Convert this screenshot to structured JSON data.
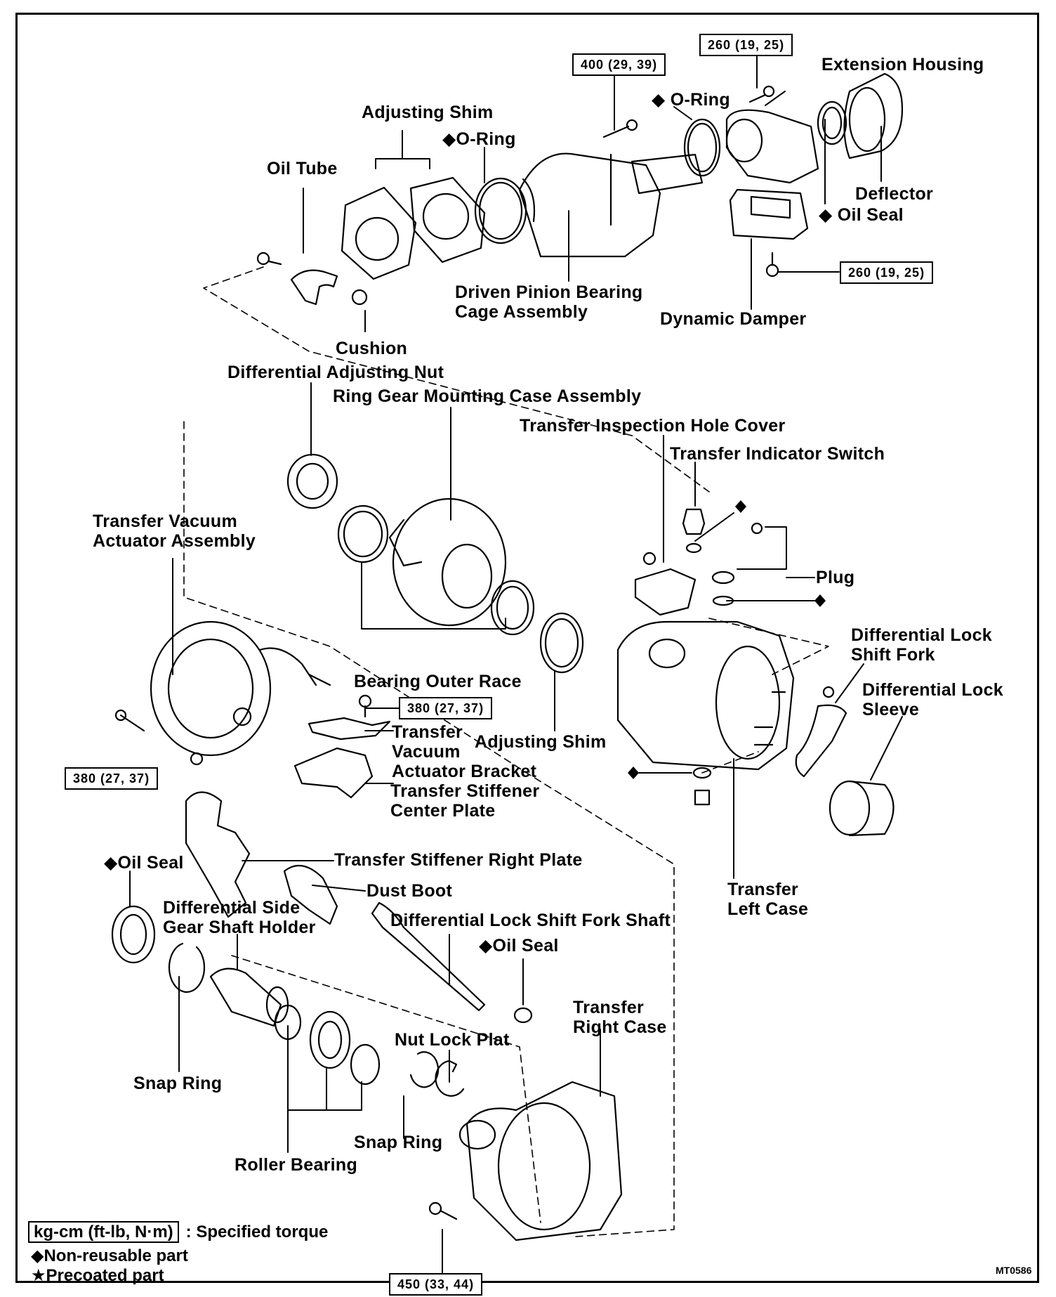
{
  "diagram": {
    "labels": {
      "extension_housing": "Extension Housing",
      "oring_top": "O-Ring",
      "oring_mid": "O-Ring",
      "adjusting_shim_top": "Adjusting Shim",
      "oil_tube": "Oil Tube",
      "deflector": "Deflector",
      "oil_seal_top": "Oil Seal",
      "driven_pinion_1": "Driven Pinion Bearing",
      "driven_pinion_2": "Cage Assembly",
      "dynamic_damper": "Dynamic Damper",
      "cushion": "Cushion",
      "diff_adj_nut": "Differential Adjusting Nut",
      "ring_gear": "Ring Gear Mounting Case Assembly",
      "inspection_cover": "Transfer Inspection Hole Cover",
      "indicator_switch": "Transfer Indicator Switch",
      "vacuum_actuator_1": "Transfer Vacuum",
      "vacuum_actuator_2": "Actuator Assembly",
      "plug": "Plug",
      "diff_lock_fork_1": "Differential Lock",
      "diff_lock_fork_2": "Shift Fork",
      "diff_lock_sleeve_1": "Differential Lock",
      "diff_lock_sleeve_2": "Sleeve",
      "bearing_outer_race": "Bearing Outer Race",
      "bracket_1": "Transfer",
      "bracket_2": "Vacuum",
      "bracket_3": "Actuator Bracket",
      "adjusting_shim_mid": "Adjusting Shim",
      "center_plate_1": "Transfer Stiffener",
      "center_plate_2": "Center Plate",
      "right_plate": "Transfer Stiffener Right Plate",
      "oil_seal_left": "Oil Seal",
      "dust_boot": "Dust Boot",
      "left_case_1": "Transfer",
      "left_case_2": "Left Case",
      "side_gear_1": "Differential Side",
      "side_gear_2": "Gear Shaft Holder",
      "fork_shaft": "Differential Lock Shift Fork Shaft",
      "oil_seal_bottom": "Oil Seal",
      "right_case_1": "Transfer",
      "right_case_2": "Right Case",
      "nut_lock": "Nut Lock Plat",
      "snap_ring_left": "Snap Ring",
      "snap_ring_bottom": "Snap Ring",
      "roller_bearing": "Roller Bearing"
    },
    "torques": {
      "t400": "400 (29, 39)",
      "t260_top": "260 (19, 25)",
      "t260_damper": "260 (19, 25)",
      "t380_bracket": "380 (27, 37)",
      "t380_actuator": "380 (27, 37)",
      "t450": "450 (33, 44)"
    },
    "legend": {
      "torque_box": "kg-cm (ft-lb, N·m)",
      "torque_text": ": Specified torque",
      "nonreusable": "Non-reusable part",
      "precoated": "Precoated part",
      "diamond_symbol": "◆",
      "star_symbol": "★"
    },
    "figure_code": "MT0586"
  }
}
